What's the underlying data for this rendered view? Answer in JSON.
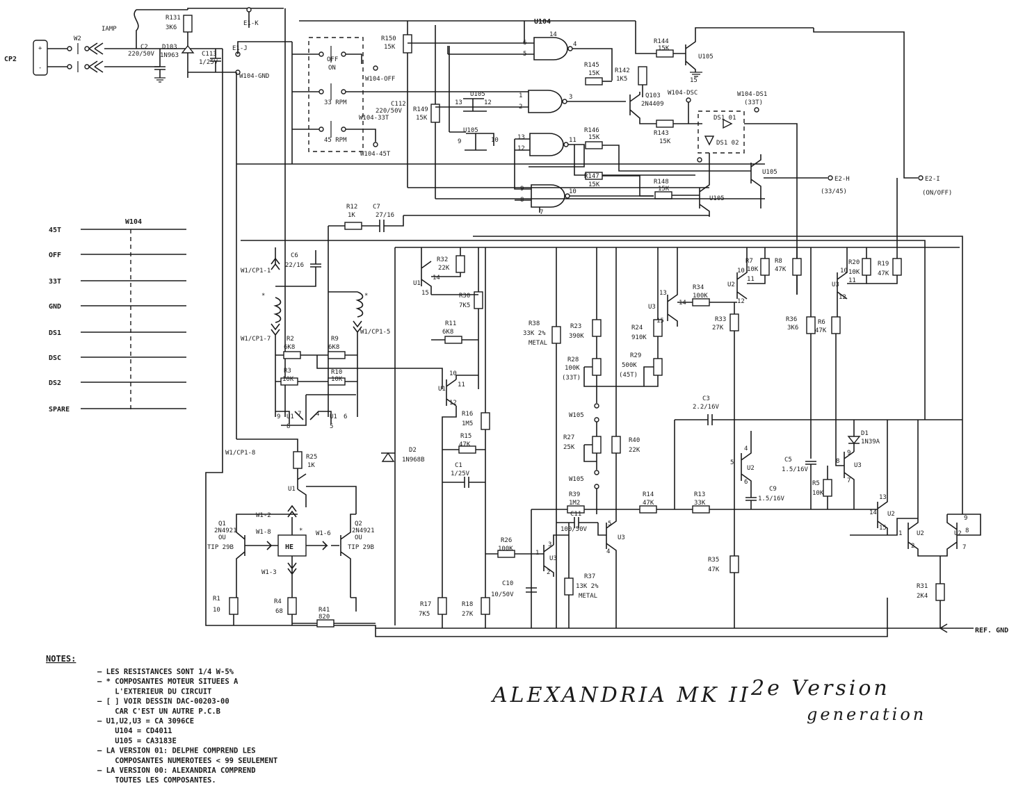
{
  "connectors": {
    "cp2": "CP2",
    "lamp": "IAMP",
    "w2": "W2",
    "e1k": "E1-K",
    "e1j": "E1-J",
    "w104_gnd": "W104-GND",
    "w104_off": "W104-OFF",
    "w104_33t": "W104-33T",
    "w104_45t": "W104-45T",
    "w104_dsc": "W104-DSC",
    "w104_ds1": "W104-DS1",
    "ds1_note": "(33T)",
    "e2h": "E2-H",
    "e2h_note": "(33/45)",
    "e2i": "E2-I",
    "e2i_note": "(ON/OFF)",
    "ref_gnd": "REF. GND",
    "plus": "+",
    "minus": "-"
  },
  "switch": {
    "off": "OFF",
    "on": "ON",
    "rpm33": "33 RPM",
    "rpm45": "45 RPM"
  },
  "header_w104": {
    "title": "W104",
    "rows": [
      "45T",
      "OFF",
      "33T",
      "GND",
      "DS1",
      "DSC",
      "DS2",
      "SPARE"
    ]
  },
  "ics": {
    "u104": "U104",
    "u105": "U105",
    "u1": "U1",
    "u2": "U2",
    "u3": "U3",
    "q103": "Q103",
    "q103_part": "2N4409",
    "ds101": "DS1 01",
    "ds102": "DS1 02",
    "he": "HE",
    "q1": "Q1",
    "q1_part": "2N4921",
    "q1_alt": "OU",
    "q1_alt2": "TIP 29B",
    "q2": "Q2",
    "q2_part": "2N4921",
    "q2_alt": "OU",
    "q2_alt2": "TIP 29B"
  },
  "parts": {
    "r131": [
      "R131",
      "3K6"
    ],
    "c2": [
      "C2",
      "220/50V"
    ],
    "d103": [
      "D103",
      "1N963"
    ],
    "c113": [
      "C113",
      "1/25V"
    ],
    "r150": [
      "R150",
      "15K"
    ],
    "c112": [
      "C112",
      "220/50V"
    ],
    "r149": [
      "R149",
      "15K"
    ],
    "r144": [
      "R144",
      "15K"
    ],
    "r145": [
      "R145",
      "15K"
    ],
    "r142": [
      "R142",
      "1K5"
    ],
    "r143": [
      "R143",
      "15K"
    ],
    "r146": [
      "R146",
      "15K"
    ],
    "r147": [
      "R147",
      "15K"
    ],
    "r148": [
      "R148",
      "15K"
    ],
    "r12": [
      "R12",
      "1K"
    ],
    "c7": [
      "C7",
      "27/16"
    ],
    "c6": [
      "C6",
      "22/16"
    ],
    "r32": [
      "R32",
      "22K"
    ],
    "r30": [
      "R30",
      "7K5"
    ],
    "r11": [
      "R11",
      "6K8"
    ],
    "r2": [
      "R2",
      "6K8"
    ],
    "r9": [
      "R9",
      "6K8"
    ],
    "r3": [
      "R3",
      "10K"
    ],
    "r10": [
      "R10",
      "10K"
    ],
    "r38": [
      "R38",
      "33K 2%",
      "METAL"
    ],
    "r23": [
      "R23",
      "390K"
    ],
    "r28": [
      "R28",
      "100K",
      "(33T)"
    ],
    "r24": [
      "R24",
      "910K"
    ],
    "r29": [
      "R29",
      "500K",
      "(45T)"
    ],
    "r34": [
      "R34",
      "100K"
    ],
    "r33": [
      "R33",
      "27K"
    ],
    "r7": [
      "R7",
      "10K"
    ],
    "r8": [
      "R8",
      "47K"
    ],
    "r36": [
      "R36",
      "3K6"
    ],
    "r6": [
      "R6",
      "47K"
    ],
    "r20": [
      "R20",
      "10K"
    ],
    "r19": [
      "R19",
      "47K"
    ],
    "c3": [
      "C3",
      "2.2/16V"
    ],
    "r16": [
      "R16",
      "1M5"
    ],
    "r15": [
      "R15",
      "47K"
    ],
    "c1": [
      "C1",
      "1/25V"
    ],
    "d2": [
      "D2",
      "1N968B"
    ],
    "r25": [
      "R25",
      "1K"
    ],
    "r27": [
      "R27",
      "25K"
    ],
    "r40": [
      "R40",
      "22K"
    ],
    "r39": [
      "R39",
      "1M2"
    ],
    "c11": [
      "C11",
      "100/50V"
    ],
    "r14": [
      "R14",
      "47K"
    ],
    "r13": [
      "R13",
      "33K"
    ],
    "c5": [
      "C5",
      "1.5/16V"
    ],
    "c9": [
      "C9",
      "1.5/16V"
    ],
    "d1": [
      "D1",
      "1N39A"
    ],
    "r5": [
      "R5",
      "10K"
    ],
    "r26": [
      "R26",
      "100K"
    ],
    "c10": [
      "C10",
      "10/50V"
    ],
    "r37": [
      "R37",
      "13K 2%",
      "METAL"
    ],
    "r35": [
      "R35",
      "47K"
    ],
    "r31": [
      "R31",
      "2K4"
    ],
    "r17": [
      "R17",
      "7K5"
    ],
    "r18": [
      "R18",
      "27K"
    ],
    "r1": [
      "R1",
      "10"
    ],
    "r4": [
      "R4",
      "68"
    ],
    "r41": [
      "R41",
      "820"
    ]
  },
  "wires": {
    "w105": "W105",
    "wcp11": "W1/CP1-1",
    "wcp17": "W1/CP1-7",
    "wcp15": "W1/CP1-5",
    "wcp18": "W1/CP1-8",
    "w12": "W1-2",
    "w13": "W1-3",
    "w16": "W1-6",
    "w18": "W1-8",
    "star": "*"
  },
  "title": {
    "main": "ALEXANDRIA MK II",
    "version": "2e Version",
    "generation": "generation"
  },
  "notes": {
    "heading": "NOTES:",
    "lines": [
      "— LES RESISTANCES SONT 1/4 W-5%",
      "— * COMPOSANTES MOTEUR SITUEES A",
      "    L'EXTERIEUR DU CIRCUIT",
      "— [ ] VOIR DESSIN DAC-00203-00",
      "    CAR C'EST UN AUTRE P.C.B",
      "— U1,U2,U3 = CA 3096CE",
      "    U104 = CD4011",
      "    U105 = CA3183E",
      "— LA VERSION 01: DELPHE COMPREND LES",
      "    COMPOSANTES NUMEROTEES < 99 SEULEMENT",
      "— LA VERSION 00: ALEXANDRIA COMPREND",
      "    TOUTES LES COMPOSANTES."
    ]
  }
}
